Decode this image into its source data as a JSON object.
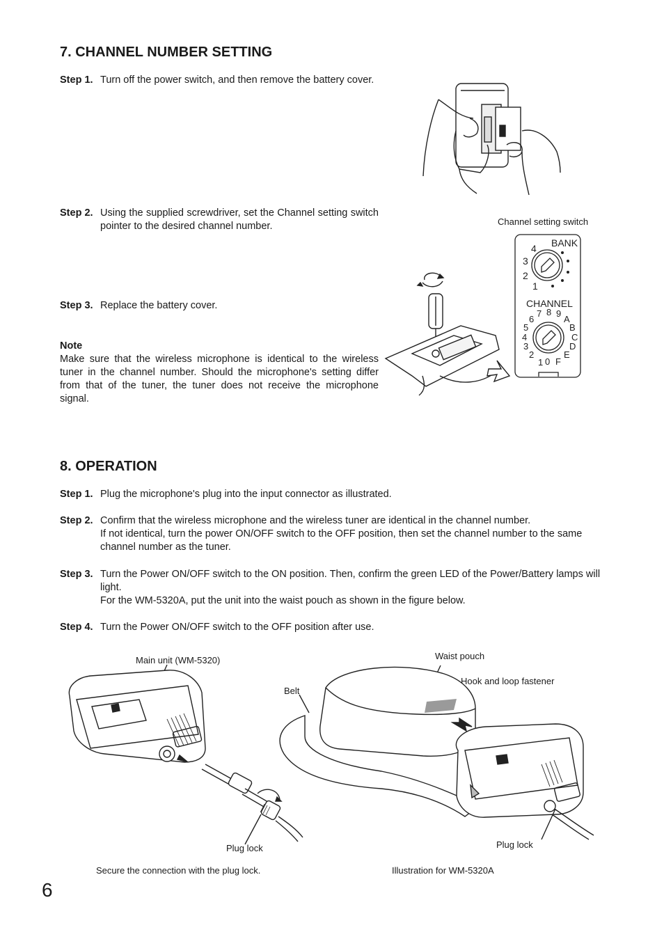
{
  "section7": {
    "title": "7. CHANNEL NUMBER SETTING",
    "steps": [
      {
        "label": "Step 1.",
        "text": "Turn off the power switch, and then remove the battery cover."
      },
      {
        "label": "Step 2.",
        "text": "Using the supplied screwdriver, set the Channel setting switch pointer to the desired channel number."
      },
      {
        "label": "Step 3.",
        "text": "Replace the battery cover."
      }
    ],
    "note": {
      "title": "Note",
      "text": "Make sure that the wireless microphone is identical to the wireless tuner in the channel number. Should the microphone's setting differ from that of the tuner, the tuner does not receive the microphone signal."
    },
    "figure_caption": "Channel setting switch",
    "bank_label": "BANK",
    "channel_label": "CHANNEL",
    "bank_digits": [
      "1",
      "2",
      "3",
      "4"
    ],
    "channel_digits": [
      "0",
      "1",
      "2",
      "3",
      "4",
      "5",
      "6",
      "7",
      "8",
      "9",
      "A",
      "B",
      "C",
      "D",
      "E",
      "F"
    ]
  },
  "section8": {
    "title": "8. OPERATION",
    "steps": [
      {
        "label": "Step 1.",
        "lines": [
          "Plug the microphone's plug into the input connector as illustrated."
        ]
      },
      {
        "label": "Step 2.",
        "lines": [
          "Confirm that the wireless microphone and the wireless tuner are identical in the channel number.",
          "If not identical, turn the power ON/OFF switch to the OFF position, then set the channel number to the same channel number as the tuner."
        ]
      },
      {
        "label": "Step 3.",
        "lines": [
          "Turn the Power ON/OFF switch to the ON position. Then, confirm the green LED of the Power/Battery lamps will light.",
          "For the WM-5320A, put the unit into the waist pouch as shown in the figure below."
        ]
      },
      {
        "label": "Step 4.",
        "lines": [
          "Turn the Power ON/OFF switch to the OFF position after use."
        ]
      }
    ],
    "figure_labels": {
      "main_unit": "Main unit (WM-5320)",
      "plug_lock_left": "Plug lock",
      "secure_caption": "Secure the connection with the plug lock.",
      "waist_pouch": "Waist pouch",
      "hook_loop": "Hook and loop fastener",
      "belt": "Belt",
      "plug_lock_right": "Plug lock",
      "illustration_caption": "Illustration for WM-5320A"
    }
  },
  "page_number": "6"
}
